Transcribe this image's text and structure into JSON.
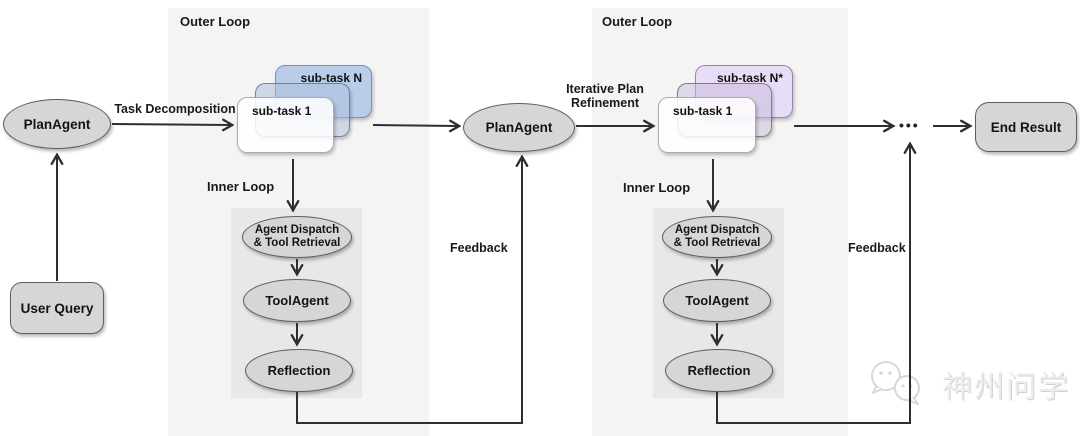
{
  "labels": {
    "outer_loop_1": "Outer Loop",
    "outer_loop_2": "Outer Loop",
    "inner_loop_1": "Inner Loop",
    "inner_loop_2": "Inner Loop",
    "task_decomposition": "Task Decomposition",
    "iterative_plan_line1": "Iterative Plan",
    "iterative_plan_line2": "Refinement",
    "feedback_1": "Feedback",
    "feedback_2": "Feedback",
    "ellipsis": "•••"
  },
  "nodes": {
    "plan_agent_1": "PlanAgent",
    "user_query": "User Query",
    "plan_agent_2": "PlanAgent",
    "end_result": "End Result"
  },
  "loop1": {
    "subtask_back": "sub-task N",
    "subtask_front": "sub-task 1",
    "dispatch_line1": "Agent Dispatch",
    "dispatch_line2": "& Tool Retrieval",
    "tool_agent": "ToolAgent",
    "reflection": "Reflection"
  },
  "loop2": {
    "subtask_back": "sub-task N*",
    "subtask_front": "sub-task 1",
    "dispatch_line1": "Agent Dispatch",
    "dispatch_line2": "& Tool Retrieval",
    "tool_agent": "ToolAgent",
    "reflection": "Reflection"
  },
  "watermark": {
    "text": "神州问学"
  },
  "colors": {
    "panel_outer": "#f4f4f4",
    "panel_inner": "#e8e8e8",
    "node_fill": "#d6d6d6",
    "node_border": "#5e5e5e",
    "card_blue": "#b9cdea",
    "card_blue_border": "#7d91b2",
    "card_purple": "#e8ddf6",
    "card_purple_border": "#9a86b5",
    "arrow": "#2e2e2e"
  }
}
